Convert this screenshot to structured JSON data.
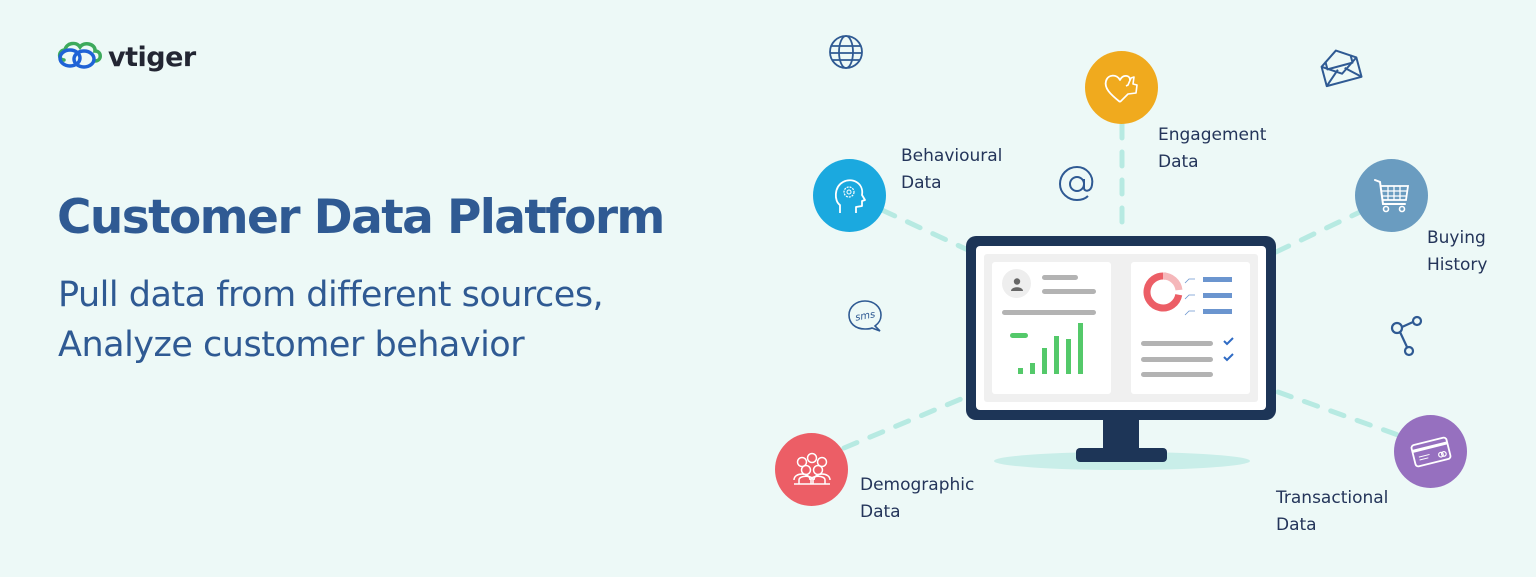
{
  "brand": {
    "name": "vtiger",
    "logo_icon": "cloud-rings-icon",
    "colors": {
      "ring_green": "#3DAA5C",
      "ring_blue": "#1F63D6",
      "text": "#232633"
    }
  },
  "hero": {
    "title": "Customer Data Platform",
    "subtitle_line1": "Pull data from different sources,",
    "subtitle_line2": "Analyze customer behavior",
    "color": "#2F5A93"
  },
  "background_color": "#EDF9F7",
  "data_sources": [
    {
      "id": "behavioural",
      "line1": "Behavioural",
      "line2": "Data",
      "icon": "head-gear-icon",
      "color": "#1BA9DF"
    },
    {
      "id": "engagement",
      "line1": "Engagement",
      "line2": "Data",
      "icon": "heart-thumbs-up-icon",
      "color": "#F0AA1E"
    },
    {
      "id": "buying",
      "line1": "Buying",
      "line2": "History",
      "icon": "shopping-cart-icon",
      "color": "#6A9CC0"
    },
    {
      "id": "transactional",
      "line1": "Transactional",
      "line2": "Data",
      "icon": "credit-card-icon",
      "color": "#9670BF"
    },
    {
      "id": "demographic",
      "line1": "Demographic",
      "line2": "Data",
      "icon": "people-group-icon",
      "color": "#EC5E66"
    }
  ],
  "decorative_icons": [
    "globe-icon",
    "at-sign-icon",
    "sms-bubble-icon",
    "envelope-open-icon",
    "share-nodes-icon"
  ],
  "sms_text": "sms",
  "monitor": {
    "frame_color": "#1D3557",
    "chart_bars": [
      8,
      14,
      30,
      46,
      42,
      64
    ],
    "bar_color": "#54C96A",
    "donut_colors": [
      "#EC5E66",
      "#F5B7BA"
    ],
    "list_color": "#6B95CF",
    "check_color": "#2F6BC4"
  }
}
